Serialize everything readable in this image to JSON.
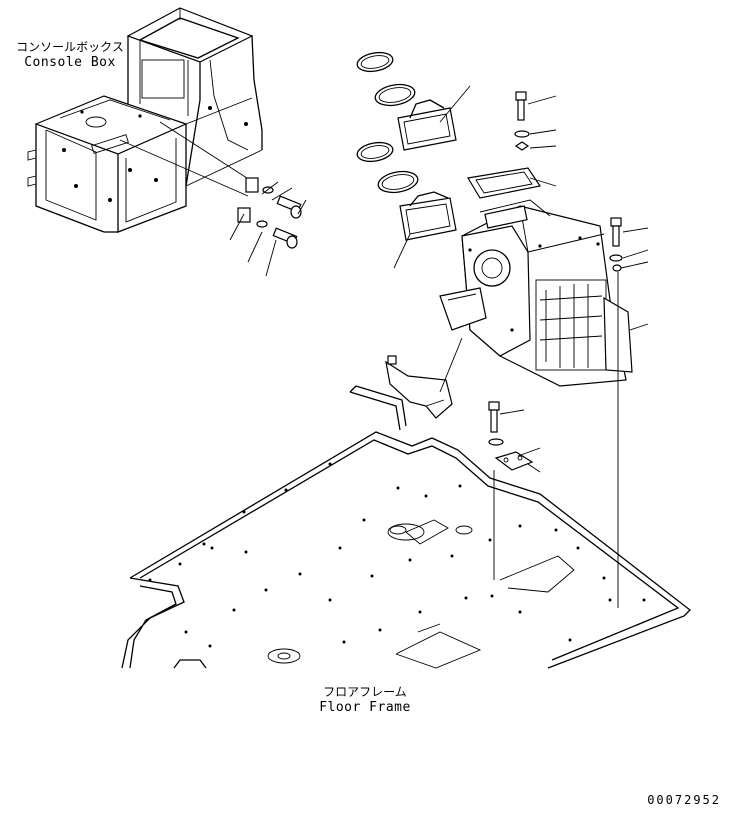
{
  "labels": {
    "console_box_jp": "コンソールボックス",
    "console_box_en": "Console Box",
    "floor_frame_jp": "フロアフレーム",
    "floor_frame_en": "Floor Frame"
  },
  "drawing_number": "00072952"
}
